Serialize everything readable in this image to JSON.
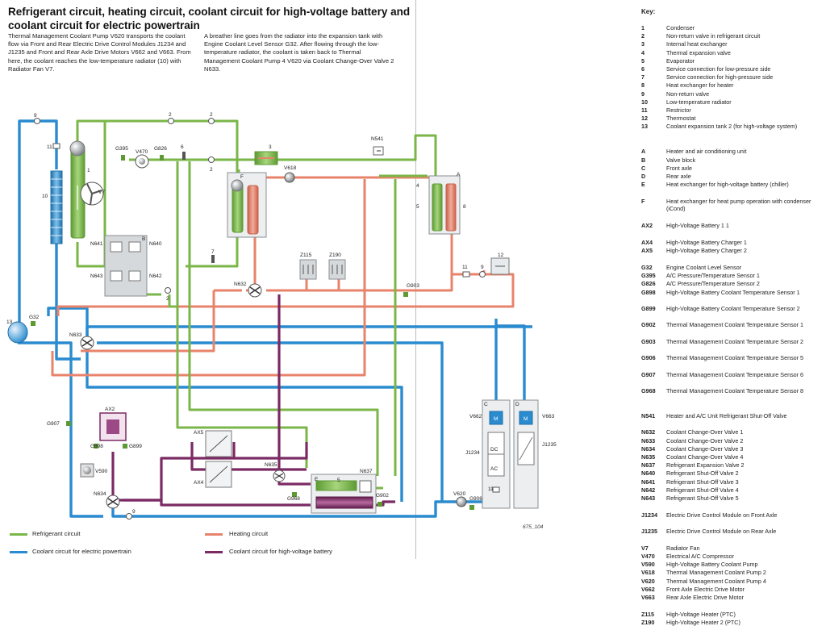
{
  "title": "Refrigerant circuit, heating circuit, coolant circuit for high-voltage battery and coolant circuit for electric powertrain",
  "paragraph_left": "Thermal Management Coolant Pump V620 transports the coolant flow via Front and Rear Electric Drive Control Modules J1234 and J1235 and Front and Rear Axle Drive Motors V662 and V663. From here, the coolant reaches the low-temperature radiator (10) with Radiator Fan V7.",
  "paragraph_right": "A breather line goes from the radiator into the expansion tank with Engine Coolant Level Sensor G32. After flowing through the low-temperature radiator, the coolant is taken back to Thermal Management Coolant Pump 4 V620 via Coolant Change-Over Valve 2 N633.",
  "key": {
    "title": "Key:",
    "groups": [
      [
        {
          "code": "1",
          "text": "Condenser"
        },
        {
          "code": "2",
          "text": "Non-return valve in refrigerant circuit"
        },
        {
          "code": "3",
          "text": "Internal heat exchanger"
        },
        {
          "code": "4",
          "text": "Thermal expansion valve"
        },
        {
          "code": "5",
          "text": "Evaporator"
        },
        {
          "code": "6",
          "text": "Service connection for low-pressure side"
        },
        {
          "code": "7",
          "text": "Service connection for high-pressure side"
        },
        {
          "code": "8",
          "text": "Heat exchanger for heater"
        },
        {
          "code": "9",
          "text": "Non-return valve"
        },
        {
          "code": "10",
          "text": "Low-temperature radiator"
        },
        {
          "code": "11",
          "text": "Restrictor"
        },
        {
          "code": "12",
          "text": "Thermostat"
        },
        {
          "code": "13",
          "text": "Coolant expansion tank 2 (for high-voltage system)"
        }
      ],
      [
        {
          "code": "A",
          "text": "Heater and air conditioning unit"
        },
        {
          "code": "B",
          "text": "Valve block"
        },
        {
          "code": "C",
          "text": "Front axle"
        },
        {
          "code": "D",
          "text": "Rear axle"
        },
        {
          "code": "E",
          "text": "Heat exchanger for high-voltage battery (chiller)"
        },
        {
          "code": "F",
          "text": "Heat exchanger for heat pump operation with condenser (iCond)"
        }
      ],
      [
        {
          "code": "AX2",
          "text": "High-Voltage Battery 1 1"
        }
      ],
      [
        {
          "code": "AX4",
          "text": "High-Voltage Battery Charger 1"
        },
        {
          "code": "AX5",
          "text": "High-Voltage Battery Charger 2"
        }
      ],
      [
        {
          "code": "G32",
          "text": "Engine Coolant Level Sensor"
        },
        {
          "code": "G395",
          "text": "A/C Pressure/Temperature Sensor 1"
        },
        {
          "code": "G826",
          "text": "A/C Pressure/Temperature Sensor 2"
        },
        {
          "code": "G898",
          "text": "High-Voltage Battery Coolant Temperature Sensor 1"
        },
        {
          "code": "G899",
          "text": "High-Voltage Battery Coolant Temperature Sensor 2"
        },
        {
          "code": "G902",
          "text": "Thermal Management Coolant Temperature Sensor 1"
        },
        {
          "code": "G903",
          "text": "Thermal Management Coolant Temperature Sensor 2"
        },
        {
          "code": "G906",
          "text": "Thermal Management Coolant Temperature Sensor 5"
        },
        {
          "code": "G907",
          "text": "Thermal Management Coolant Temperature Sensor 6"
        },
        {
          "code": "G968",
          "text": "Thermal Management Coolant Temperature Sensor 8"
        }
      ],
      [
        {
          "code": "N541",
          "text": "Heater and A/C Unit Refrigerant Shut-Off Valve"
        },
        {
          "code": "N632",
          "text": "Coolant Change-Over Valve 1"
        },
        {
          "code": "N633",
          "text": "Coolant Change-Over Valve 2"
        },
        {
          "code": "N634",
          "text": "Coolant Change-Over Valve 3"
        },
        {
          "code": "N635",
          "text": "Coolant Change-Over Valve 4"
        },
        {
          "code": "N637",
          "text": "Refrigerant Expansion Valve 2"
        },
        {
          "code": "N640",
          "text": "Refrigerant Shut-Off Valve 2"
        },
        {
          "code": "N641",
          "text": "Refrigerant Shut-Off Valve 3"
        },
        {
          "code": "N642",
          "text": "Refrigerant Shut-Off Valve 4"
        },
        {
          "code": "N643",
          "text": "Refrigerant Shut-Off Valve 5"
        }
      ],
      [
        {
          "code": "J1234",
          "text": "Electric Drive Control Module on Front Axle"
        },
        {
          "code": "J1235",
          "text": "Electric Drive Control Module on Rear Axle"
        }
      ],
      [
        {
          "code": "V7",
          "text": "Radiator Fan"
        },
        {
          "code": "V470",
          "text": "Electrical A/C Compressor"
        },
        {
          "code": "V590",
          "text": "High-Voltage Battery Coolant Pump"
        },
        {
          "code": "V618",
          "text": "Thermal Management Coolant Pump 2"
        },
        {
          "code": "V620",
          "text": "Thermal Management Coolant Pump 4"
        },
        {
          "code": "V662",
          "text": "Front Axle Electric Drive Motor"
        },
        {
          "code": "V663",
          "text": "Rear Axle Electric Drive Motor"
        }
      ],
      [
        {
          "code": "Z115",
          "text": "High-Voltage Heater (PTC)"
        },
        {
          "code": "Z190",
          "text": "High-Voltage Heater 2 (PTC)"
        }
      ]
    ]
  },
  "legend": [
    {
      "label": "Refrigerant circuit",
      "color": "#7ab648"
    },
    {
      "label": "Heating circuit",
      "color": "#e8836b"
    },
    {
      "label": "Coolant circuit for electric powertrain",
      "color": "#2a8bcf"
    },
    {
      "label": "Coolant circuit for high-voltage battery",
      "color": "#7b2a64"
    }
  ],
  "colors": {
    "refrigerant": "#7ab648",
    "refrigerant_dark": "#5d9a34",
    "heating": "#e8836b",
    "heating_dark": "#c9604a",
    "coolant": "#2a8bcf",
    "coolant_dark": "#1f6fa8",
    "battery": "#7b2a64",
    "component_gray": "#cfd2d4",
    "component_stroke": "#8a8f93"
  },
  "figure_ref": "675_104",
  "labels": {
    "n1": "1",
    "n2a": "2",
    "n2b": "2",
    "n2c": "2",
    "n2d": "2",
    "n3": "3",
    "n4": "4",
    "n5": "5",
    "n5b": "5",
    "n6": "6",
    "n7": "7",
    "n8": "8",
    "n9a": "9",
    "n9b": "9",
    "n9c": "9",
    "n10": "10",
    "n11a": "11",
    "n11b": "11",
    "n11c": "11",
    "n12": "12",
    "n13": "13",
    "A": "A",
    "B": "B",
    "C": "C",
    "D": "D",
    "E": "E",
    "F": "F",
    "V7": "V7",
    "G395": "G395",
    "V470": "V470",
    "G826": "G826",
    "N541": "N541",
    "V618": "V618",
    "N641": "N641",
    "N640": "N640",
    "N643": "N643",
    "N642": "N642",
    "Z115": "Z115",
    "Z190": "Z190",
    "N632": "N632",
    "G903": "G903",
    "G32": "G32",
    "N633": "N633",
    "AX2": "AX2",
    "G907": "G907",
    "G898": "G898",
    "G899": "G899",
    "V590": "V590",
    "N634": "N634",
    "AX5": "AX5",
    "AX4": "AX4",
    "N635": "N635",
    "N637": "N637",
    "G968": "G968",
    "G902": "G902",
    "V620": "V620",
    "G906": "G906",
    "V662": "V662",
    "V663": "V663",
    "J1234": "J1234",
    "J1235": "J1235",
    "M": "M",
    "DC": "DC",
    "AC": "AC"
  }
}
